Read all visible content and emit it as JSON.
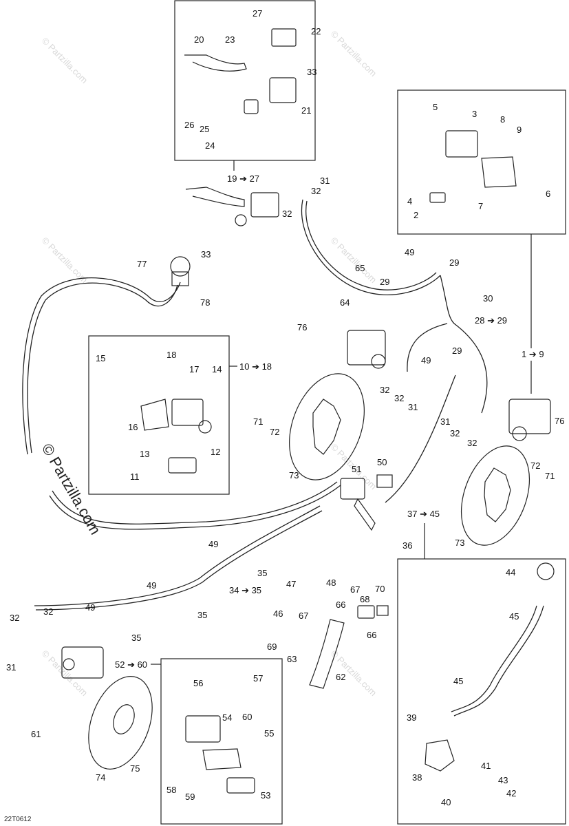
{
  "diagram_code": "22T0612",
  "watermark_vertical": "© Partzilla.com",
  "watermark_small": "© Partzilla.com",
  "labels": {
    "l20": "20",
    "l27": "27",
    "l23": "23",
    "l22": "22",
    "l33a": "33",
    "l21": "21",
    "l26": "26",
    "l25": "25",
    "l24": "24",
    "l19": "19 ➔ 27",
    "l31a": "31",
    "l32a": "32",
    "l32b": "32",
    "l5": "5",
    "l3": "3",
    "l8": "8",
    "l9": "9",
    "l4": "4",
    "l2": "2",
    "l7": "7",
    "l6": "6",
    "l77": "77",
    "l33b": "33",
    "l78": "78",
    "l49a": "49",
    "l29a": "29",
    "l65": "65",
    "l29b": "29",
    "l64": "64",
    "l30": "30",
    "l28": "28 ➔ 29",
    "l76a": "76",
    "l10": "10 ➔ 18",
    "l1": "1 ➔ 9",
    "l15": "15",
    "l18": "18",
    "l17": "17",
    "l14": "14",
    "l16": "16",
    "l12": "12",
    "l13": "13",
    "l11": "11",
    "l49b": "49",
    "l29c": "29",
    "l32c": "32",
    "l32d": "32",
    "l31b": "31",
    "l71a": "71",
    "l72a": "72",
    "l73a": "73",
    "l31c": "31",
    "l32e": "32",
    "l32f": "32",
    "l76b": "76",
    "l72b": "72",
    "l71b": "71",
    "l73b": "73",
    "l50": "50",
    "l51": "51",
    "l37": "37 ➔ 45",
    "l36": "36",
    "l49c": "49",
    "l35a": "35",
    "l49d": "49",
    "l34": "34 ➔ 35",
    "l35b": "35",
    "l49e": "49",
    "l35c": "35",
    "l47": "47",
    "l48": "48",
    "l67a": "67",
    "l70": "70",
    "l46": "46",
    "l66a": "66",
    "l68": "68",
    "l67b": "67",
    "l66b": "66",
    "l69": "69",
    "l63": "63",
    "l62": "62",
    "l44": "44",
    "l45a": "45",
    "l45b": "45",
    "l39": "39",
    "l38": "38",
    "l41": "41",
    "l43": "43",
    "l40": "40",
    "l42": "42",
    "l32g": "32",
    "l32h": "32",
    "l31d": "31",
    "l52": "52 ➔ 60",
    "l61": "61",
    "l74": "74",
    "l75": "75",
    "l56": "56",
    "l57": "57",
    "l54": "54",
    "l60": "60",
    "l55": "55",
    "l58": "58",
    "l59": "59",
    "l53": "53"
  }
}
